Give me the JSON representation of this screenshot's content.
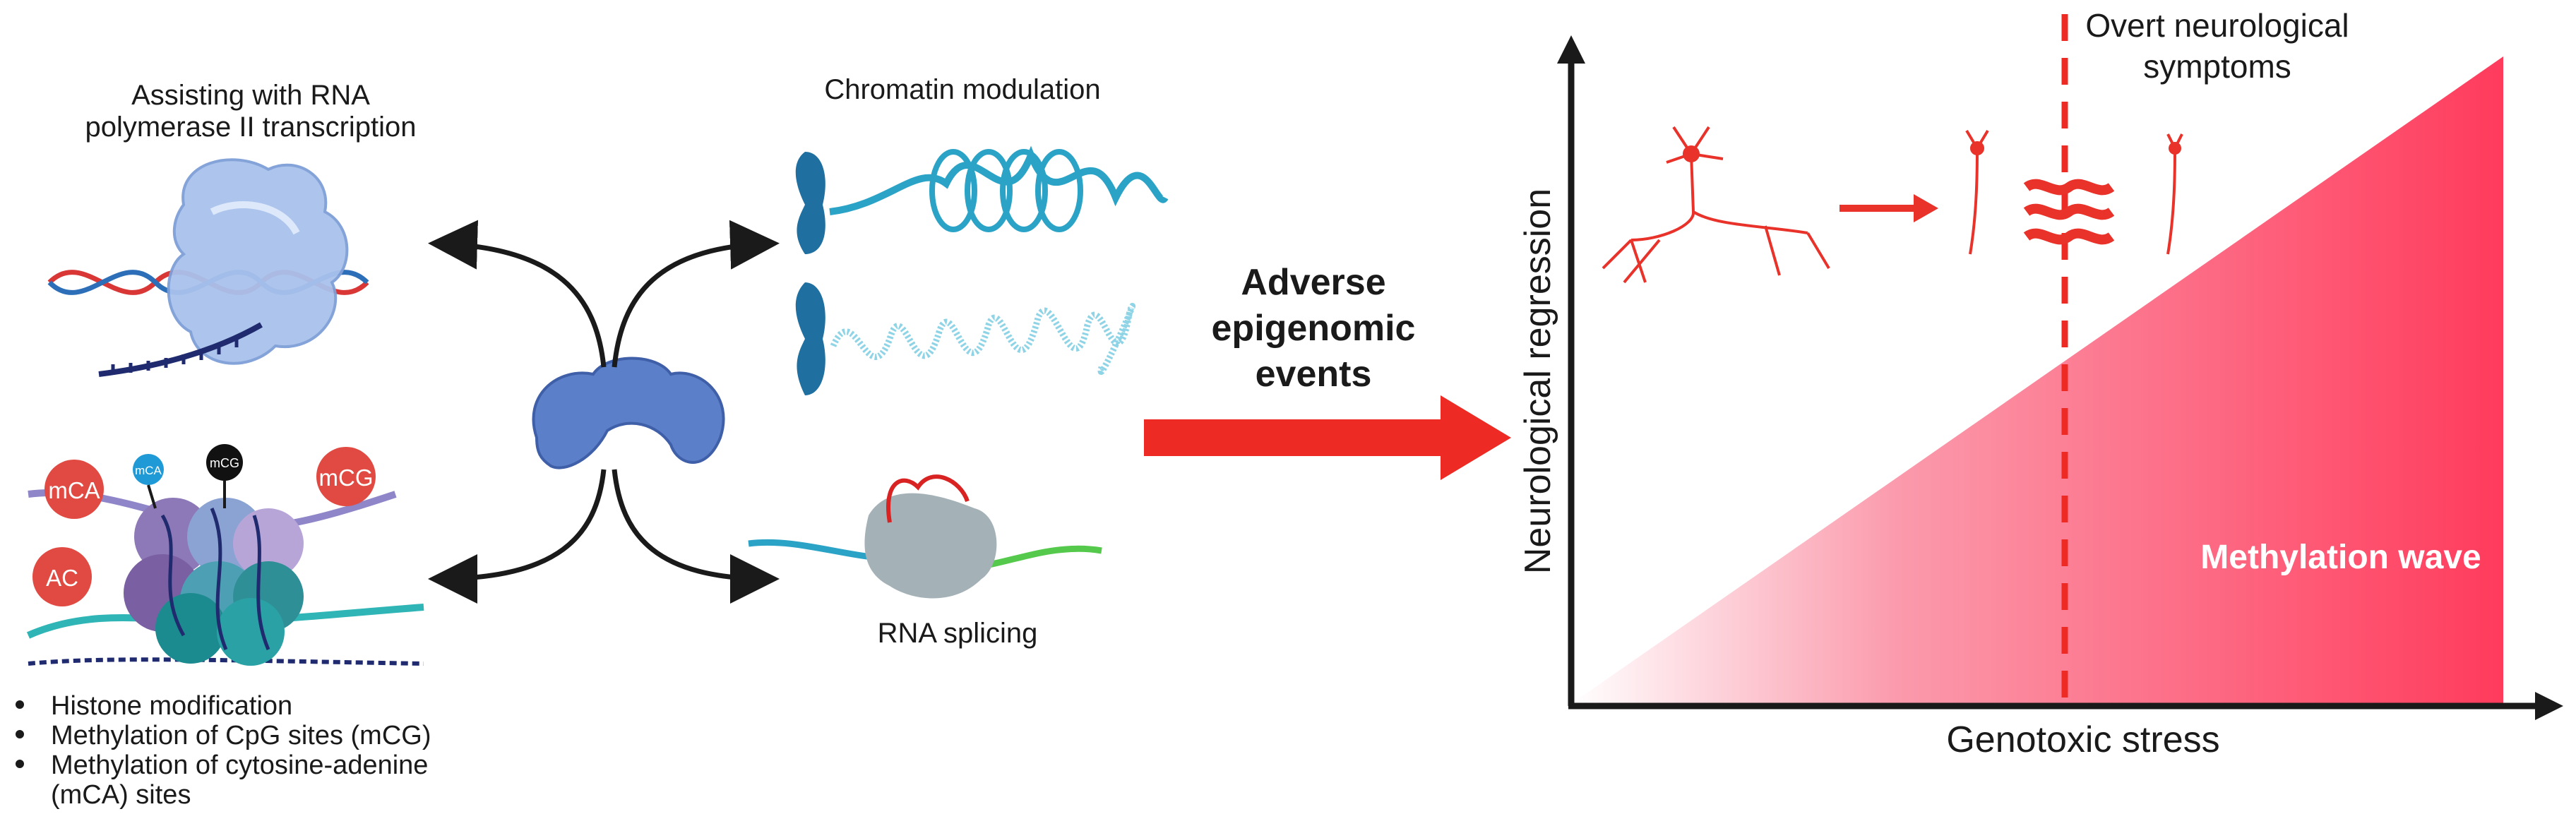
{
  "left_panel": {
    "rna_pol_title_line1": "Assisting with RNA",
    "rna_pol_title_line2": "polymerase II transcription",
    "chromatin_title": "Chromatin modulation",
    "rna_splicing_label": "RNA splicing",
    "marks": {
      "mCA_large": "mCA",
      "mCA_small": "mCA",
      "mCG_small": "mCG",
      "mCG_large": "mCG",
      "ac": "AC"
    },
    "bullets": [
      "Histone modification",
      "Methylation of CpG sites (mCG)",
      "Methylation of cytosine-adenine",
      "(mCA) sites"
    ]
  },
  "middle": {
    "adverse_line1": "Adverse",
    "adverse_line2": "epigenomic",
    "adverse_line3": "events"
  },
  "graph": {
    "y_axis_label": "Neurological regression",
    "x_axis_label": "Genotoxic stress",
    "threshold_line1": "Overt neurological",
    "threshold_line2": "symptoms",
    "wave_label": "Methylation wave"
  },
  "colors": {
    "accent_red": "#ee2a24",
    "wave_pink": "#ff3b5c",
    "neuron_red": "#e8322a",
    "protein_blue": "#5b7fc9",
    "chromatin_blue": "#2aa3c6",
    "axis": "#1a1a1a"
  }
}
